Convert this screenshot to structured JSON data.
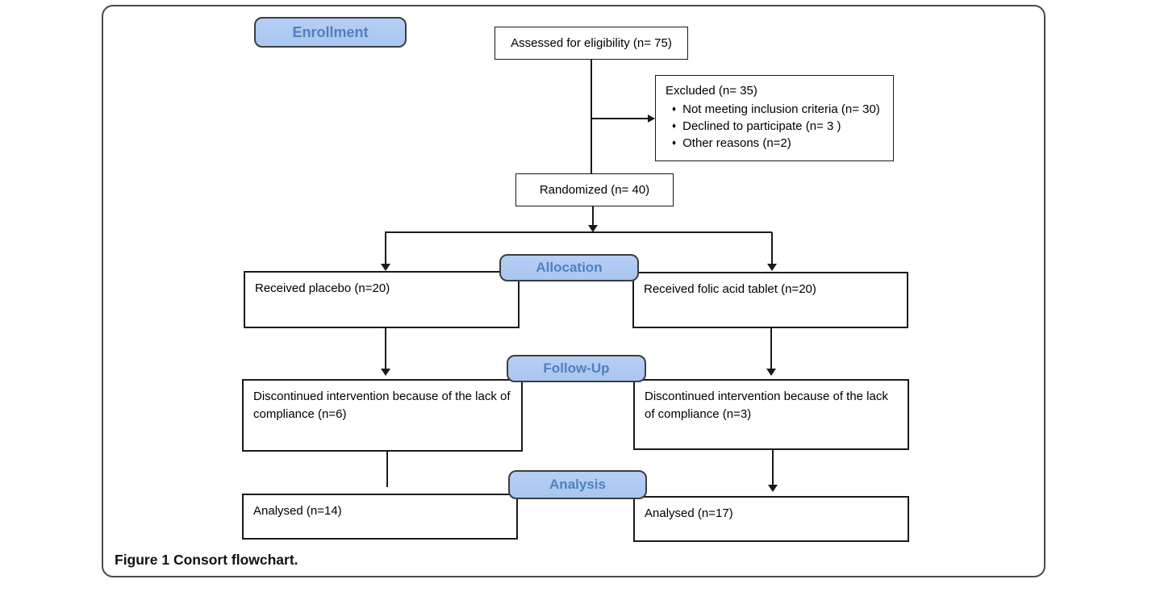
{
  "figure": {
    "caption_label": "Figure 1",
    "caption_text": "Consort flowchart."
  },
  "colors": {
    "stage_fill": "#a9c6f0",
    "stage_fill_light": "#b6cff5",
    "stage_text": "#4f81bd",
    "stage_border": "#3d3d3d",
    "box_border": "#1a1a1a",
    "panel_border": "#4a4a4a"
  },
  "icons": {
    "bullet_glyph": "♦"
  },
  "stages": {
    "enrollment": "Enrollment",
    "allocation": "Allocation",
    "follow_up": "Follow-Up",
    "analysis": "Analysis"
  },
  "boxes": {
    "assessed": "Assessed for eligibility (n= 75)",
    "excluded_title": "Excluded (n= 35)",
    "excluded_items": [
      "Not meeting inclusion criteria (n= 30)",
      "Declined to participate (n= 3 )",
      "Other reasons (n=2)"
    ],
    "randomized": "Randomized (n= 40)",
    "received_placebo": "Received placebo (n=20)",
    "received_folic_acid": "Received folic acid tablet (n=20)",
    "discontinued_left": "Discontinued intervention because of the lack of compliance (n=6)",
    "discontinued_right": "Discontinued intervention because of the lack of compliance (n=3)",
    "analysed_left": "Analysed (n=14)",
    "analysed_right": "Analysed (n=17)"
  }
}
